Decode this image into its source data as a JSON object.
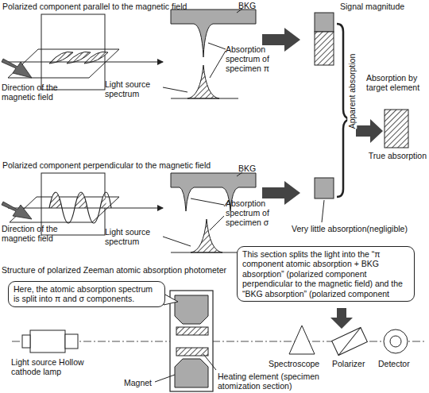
{
  "diagram": {
    "nodes": [
      {
        "text": [
          "This section splits the light into the “π component atomic absorption + BKG absorption” (polarized component perpendicular to the magnetic field) and the “BKG absorption” (polarized component"
        ]
      },
      {
        "text": [
          "Here, the atomic absorption spectrum is split into π and σ components."
        ]
      }
    ],
    "labels": [
      "Polarized component parallel to the magnetic field",
      "BKG",
      "Signal magnitude",
      "Absorption spectrum of specimen π",
      "Direction of the magnetic field",
      "Light source spectrum",
      "Absorption by target element",
      "Apparent absorption",
      "True absorption",
      "Polarized component perpendicular to the magnetic field",
      "BKG",
      "Absorption spectrum of specimen σ",
      "Very little absorption(negligible)",
      "Direction of the magnetic field",
      "Light source spectrum",
      "Structure of polarized Zeeman atomic absorption photometer",
      "Light source Hollow cathode lamp",
      "Magnet",
      "Heating element (specimen atomization section)",
      "Spectroscope",
      "Polarizer",
      "Detector"
    ]
  }
}
